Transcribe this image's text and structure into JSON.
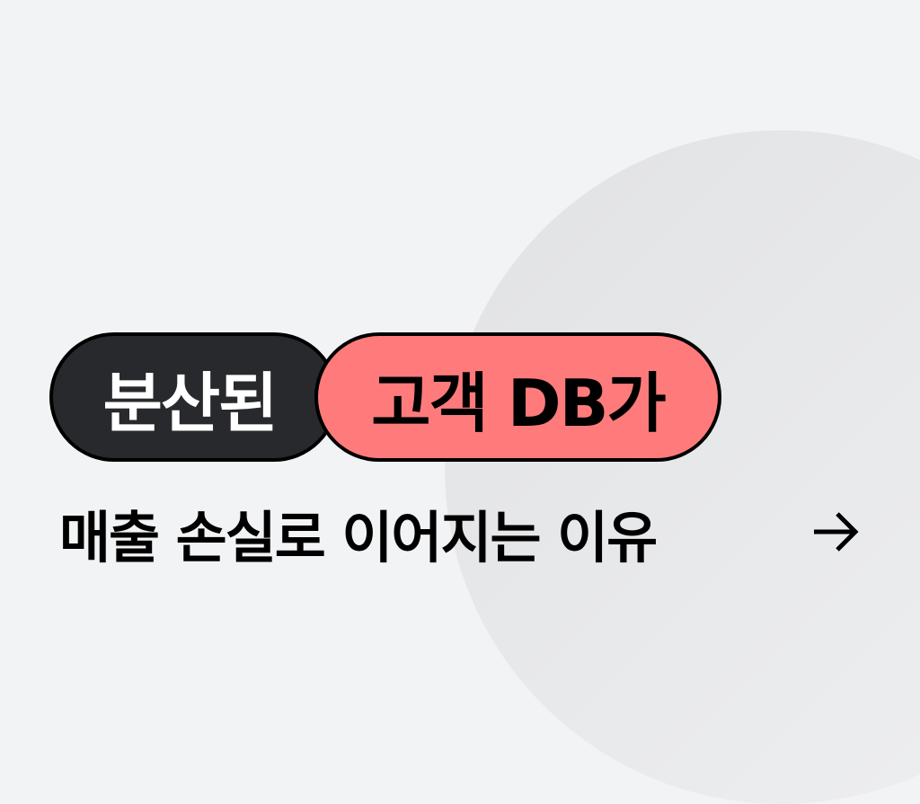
{
  "headline": {
    "part1": "분산된",
    "part2": "고객 DB가"
  },
  "subtitle": "매출 손실로 이어지는 이유",
  "cta": {
    "icon": "arrow-right-icon"
  },
  "colors": {
    "background": "#f2f3f5",
    "circle": "#e4e5e7",
    "dark_pill": "#28292d",
    "accent_pill": "#ff7b7b",
    "text": "#000000"
  }
}
